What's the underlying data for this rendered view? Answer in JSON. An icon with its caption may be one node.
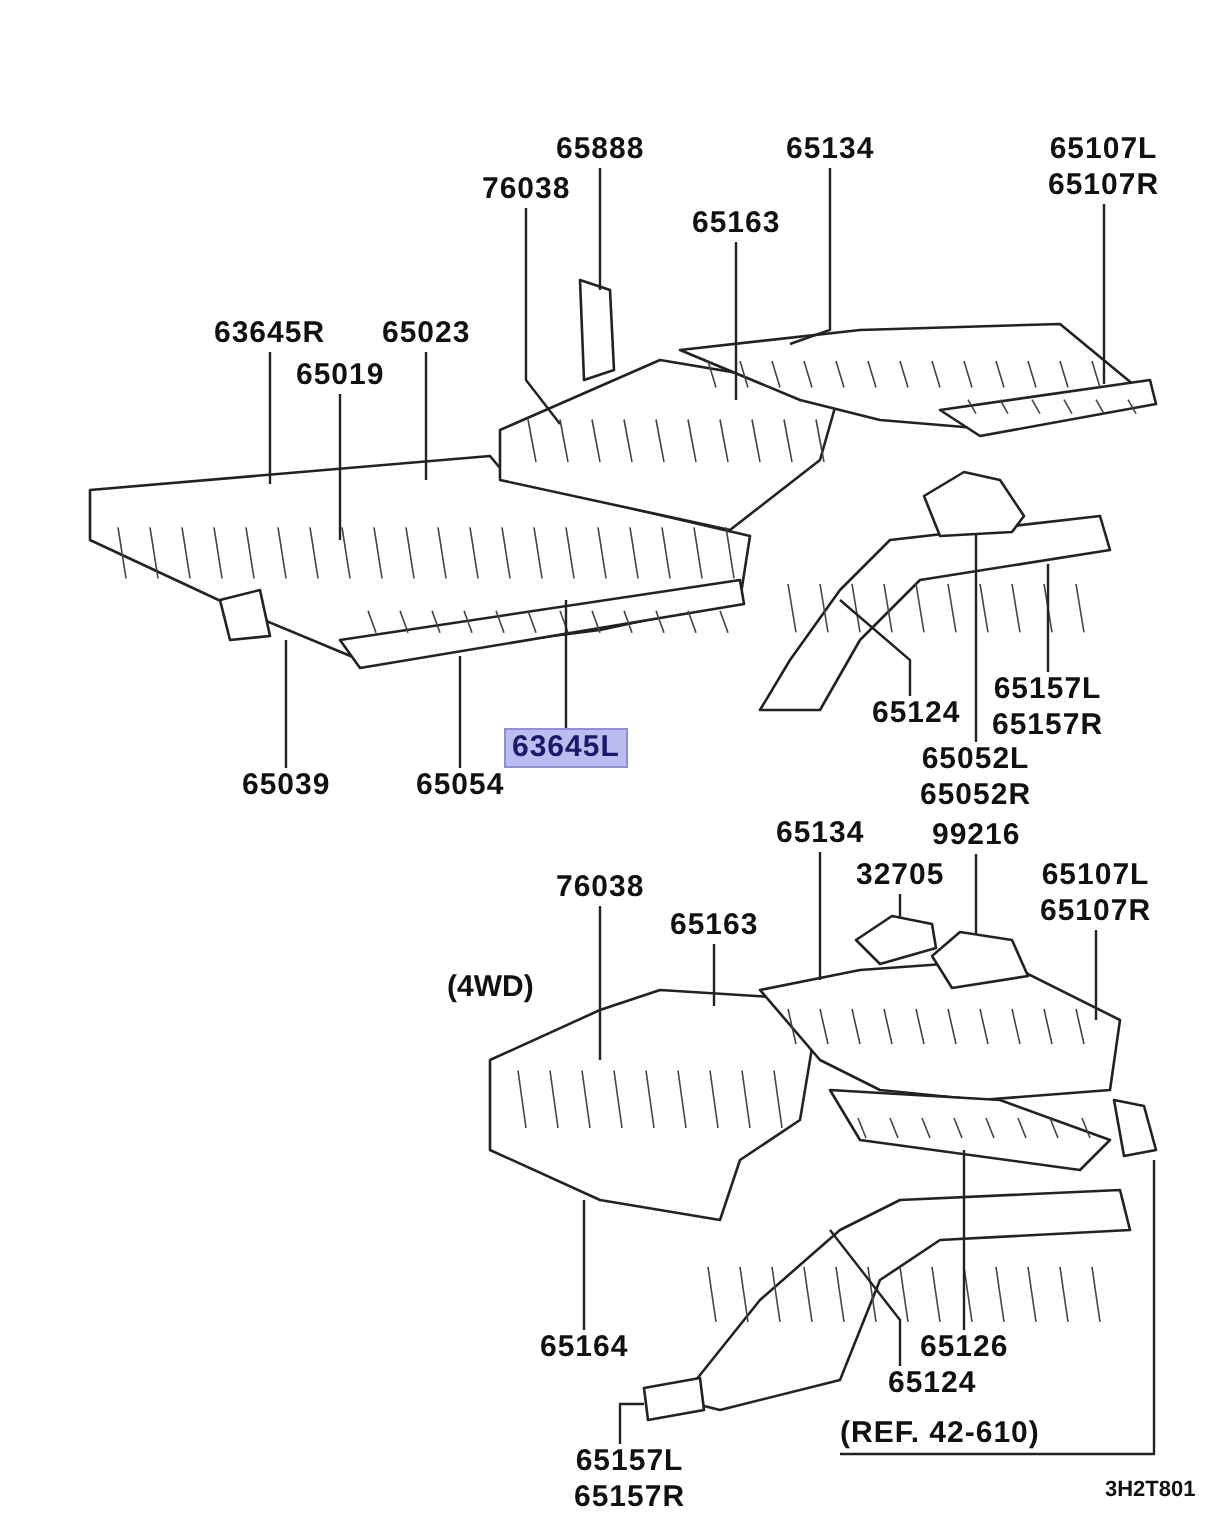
{
  "diagram": {
    "nodes": [
      {
        "text": [
          "65888"
        ]
      },
      {
        "text": [
          "76038"
        ]
      },
      {
        "text": [
          "65134"
        ]
      },
      {
        "text": [
          "65163"
        ]
      },
      {
        "text": [
          "65107L",
          "65107R"
        ]
      },
      {
        "text": [
          "63645R"
        ]
      },
      {
        "text": [
          "65023"
        ]
      },
      {
        "text": [
          "65019"
        ]
      },
      {
        "text": [
          "65039"
        ]
      },
      {
        "text": [
          "65054"
        ]
      },
      {
        "text": [
          "63645L"
        ]
      },
      {
        "text": [
          "65124"
        ]
      },
      {
        "text": [
          "65157L",
          "65157R"
        ]
      },
      {
        "text": [
          "65052L",
          "65052R"
        ]
      },
      {
        "text": [
          "76038"
        ]
      },
      {
        "text": [
          "65134"
        ]
      },
      {
        "text": [
          "65163"
        ]
      },
      {
        "text": [
          "32705"
        ]
      },
      {
        "text": [
          "99216"
        ]
      },
      {
        "text": [
          "65107L",
          "65107R"
        ]
      },
      {
        "text": [
          "65164"
        ]
      },
      {
        "text": [
          "65126"
        ]
      },
      {
        "text": [
          "65124"
        ]
      },
      {
        "text": [
          "65157L",
          "65157R"
        ]
      },
      {
        "text": [
          "(REF. 42-610)"
        ]
      }
    ],
    "edges": [
      {
        "from": 0,
        "to": null,
        "arrow": "none"
      },
      {
        "from": 1,
        "to": null,
        "arrow": "none"
      },
      {
        "from": 2,
        "to": null,
        "arrow": "none"
      },
      {
        "from": 3,
        "to": null,
        "arrow": "none"
      },
      {
        "from": 4,
        "to": null,
        "arrow": "none"
      },
      {
        "from": 5,
        "to": null,
        "arrow": "none"
      },
      {
        "from": 6,
        "to": null,
        "arrow": "none"
      },
      {
        "from": 7,
        "to": null,
        "arrow": "none"
      },
      {
        "from": 8,
        "to": null,
        "arrow": "none"
      },
      {
        "from": 9,
        "to": null,
        "arrow": "none"
      },
      {
        "from": 10,
        "to": null,
        "arrow": "none"
      },
      {
        "from": 11,
        "to": null,
        "arrow": "none"
      },
      {
        "from": 12,
        "to": null,
        "arrow": "none"
      },
      {
        "from": 13,
        "to": null,
        "arrow": "none"
      },
      {
        "from": 14,
        "to": null,
        "arrow": "none"
      },
      {
        "from": 15,
        "to": null,
        "arrow": "none"
      },
      {
        "from": 16,
        "to": null,
        "arrow": "none"
      },
      {
        "from": 17,
        "to": null,
        "arrow": "none"
      },
      {
        "from": 18,
        "to": null,
        "arrow": "none"
      },
      {
        "from": 19,
        "to": null,
        "arrow": "none"
      },
      {
        "from": 20,
        "to": null,
        "arrow": "none"
      },
      {
        "from": 21,
        "to": null,
        "arrow": "none"
      },
      {
        "from": 22,
        "to": null,
        "arrow": "none"
      },
      {
        "from": 23,
        "to": null,
        "arrow": "none"
      },
      {
        "from": 24,
        "to": null,
        "arrow": "none"
      }
    ],
    "labels": [
      "(4WD)",
      "3H2T801"
    ]
  }
}
